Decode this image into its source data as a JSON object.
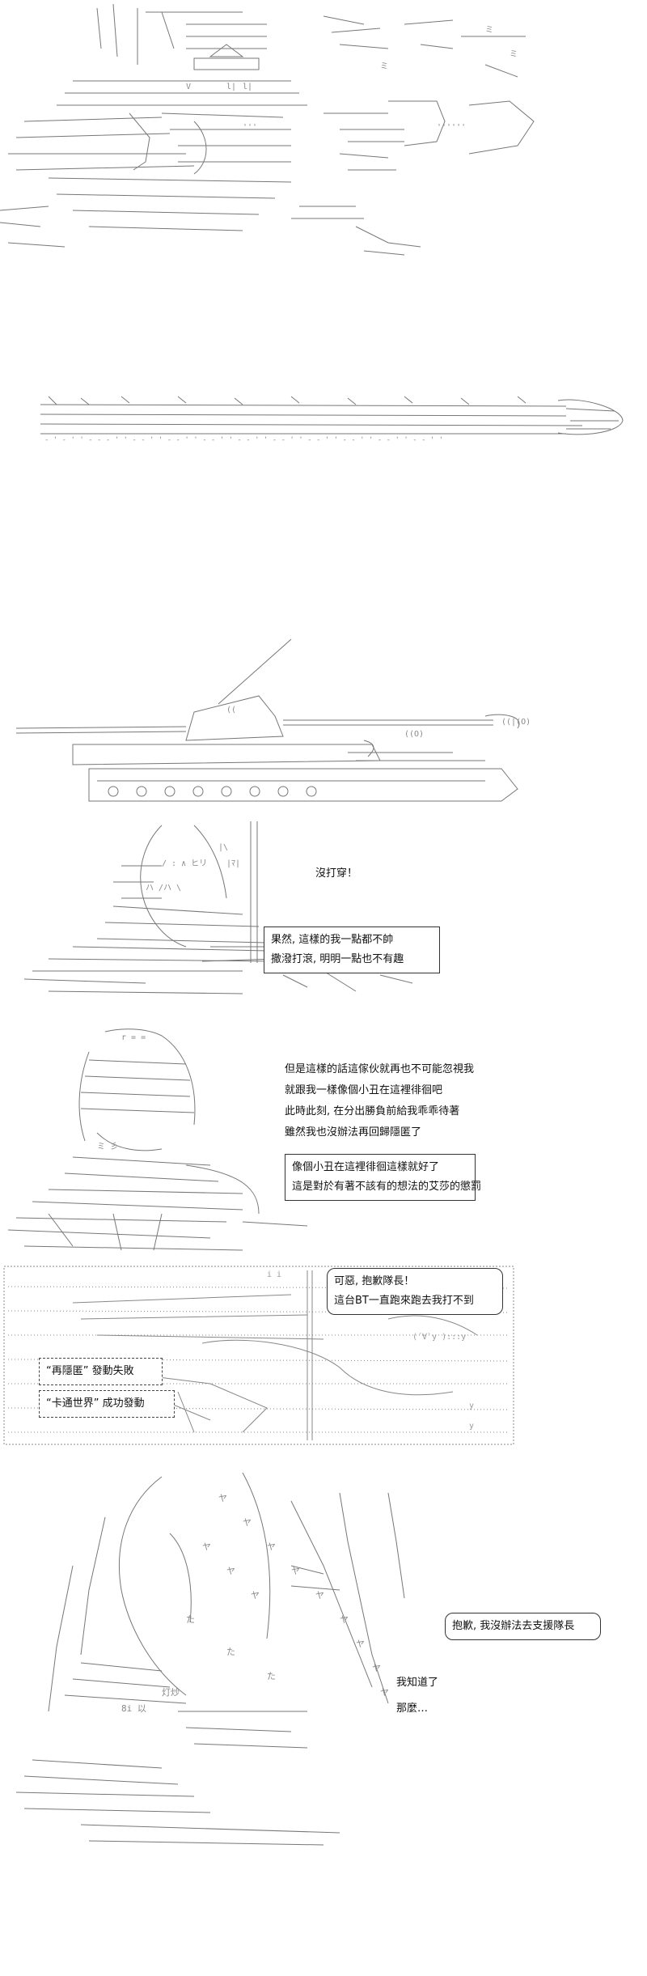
{
  "dialogue": {
    "p4_exclaim": "沒打穿！",
    "p4_box": [
      "果然, 這樣的我一點都不帥",
      "撒潑打滾, 明明一點也不有趣"
    ],
    "p5_lines": [
      "但是這樣的話這傢伙就再也不可能忽視我",
      "就跟我一樣像個小丑在這裡徘徊吧",
      "此時此刻, 在分出勝負前給我乖乖待著",
      "雖然我也沒辦法再回歸隱匿了"
    ],
    "p5_box": [
      "像個小丑在這裡徘徊這樣就好了",
      "這是對於有著不該有的想法的艾莎的懲罰"
    ],
    "p6_box": [
      "可惡, 抱歉隊長！",
      "這台BT一直跑來跑去我打不到"
    ],
    "p6_status1": "“再隱匿” 發動失敗",
    "p6_status2": "“卡通世界” 成功發動",
    "p7_box": "抱歉, 我沒辦法去支援隊長",
    "p7_line1": "我知道了",
    "p7_line2": "那麼…"
  },
  "colors": {
    "ink": "#777777",
    "ink_dark": "#444444",
    "text": "#111111"
  }
}
